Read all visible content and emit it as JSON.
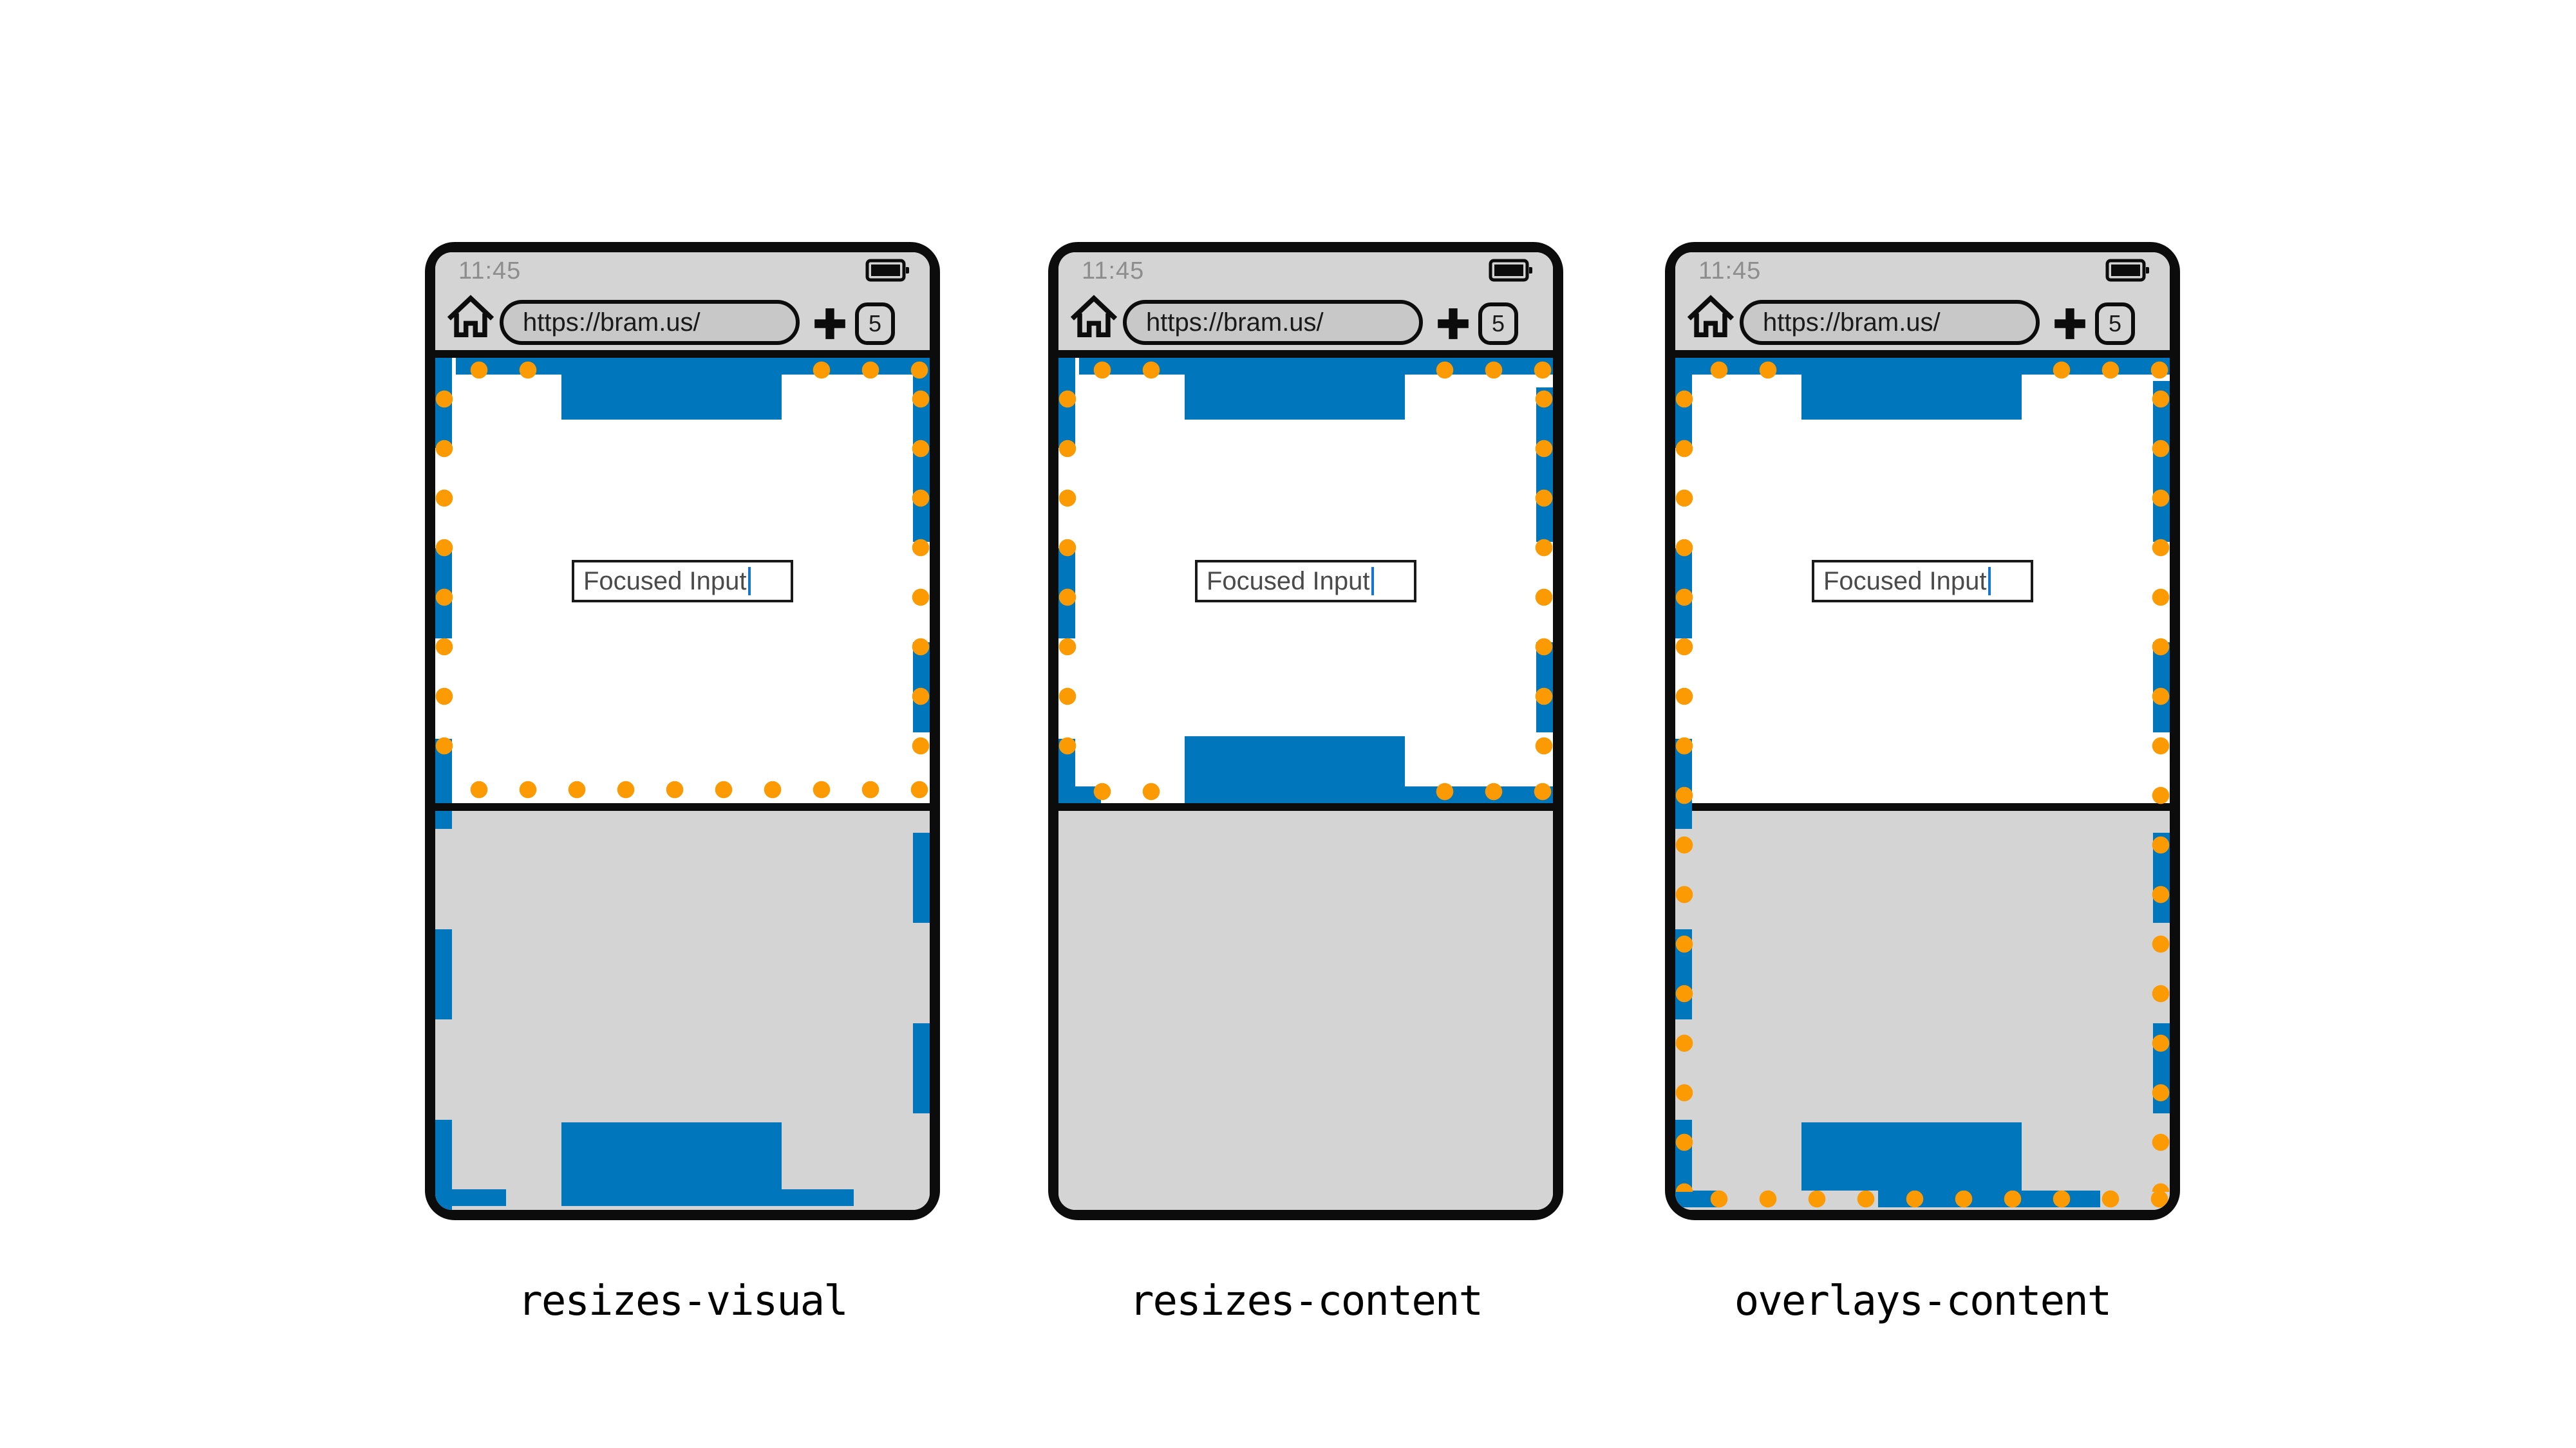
{
  "colors": {
    "layout_viewport_blue": "#0076bc",
    "visual_viewport_orange": "#fb9a03",
    "chrome_gray": "#d4d4d4",
    "keyboard_gray": "#d4d4d4",
    "url_pill_gray": "#c8c8c8",
    "time_gray": "#8d8d8d",
    "input_text_gray": "#4a4a4a",
    "caret_blue": "#1576d2"
  },
  "phones": [
    {
      "variant": "resizes-visual",
      "label": "resizes-visual",
      "status_bar": {
        "time": "11:45",
        "battery_icon": "battery-full-icon"
      },
      "toolbar": {
        "home_icon": "home-icon",
        "url": "https://bram.us/",
        "new_tab_icon": "plus-icon",
        "tab_count": "5"
      },
      "page": {
        "input_value": "Focused Input"
      }
    },
    {
      "variant": "resizes-content",
      "label": "resizes-content",
      "status_bar": {
        "time": "11:45",
        "battery_icon": "battery-full-icon"
      },
      "toolbar": {
        "home_icon": "home-icon",
        "url": "https://bram.us/",
        "new_tab_icon": "plus-icon",
        "tab_count": "5"
      },
      "page": {
        "input_value": "Focused Input"
      }
    },
    {
      "variant": "overlays-content",
      "label": "overlays-content",
      "status_bar": {
        "time": "11:45",
        "battery_icon": "battery-full-icon"
      },
      "toolbar": {
        "home_icon": "home-icon",
        "url": "https://bram.us/",
        "new_tab_icon": "plus-icon",
        "tab_count": "5"
      },
      "page": {
        "input_value": "Focused Input"
      }
    }
  ]
}
